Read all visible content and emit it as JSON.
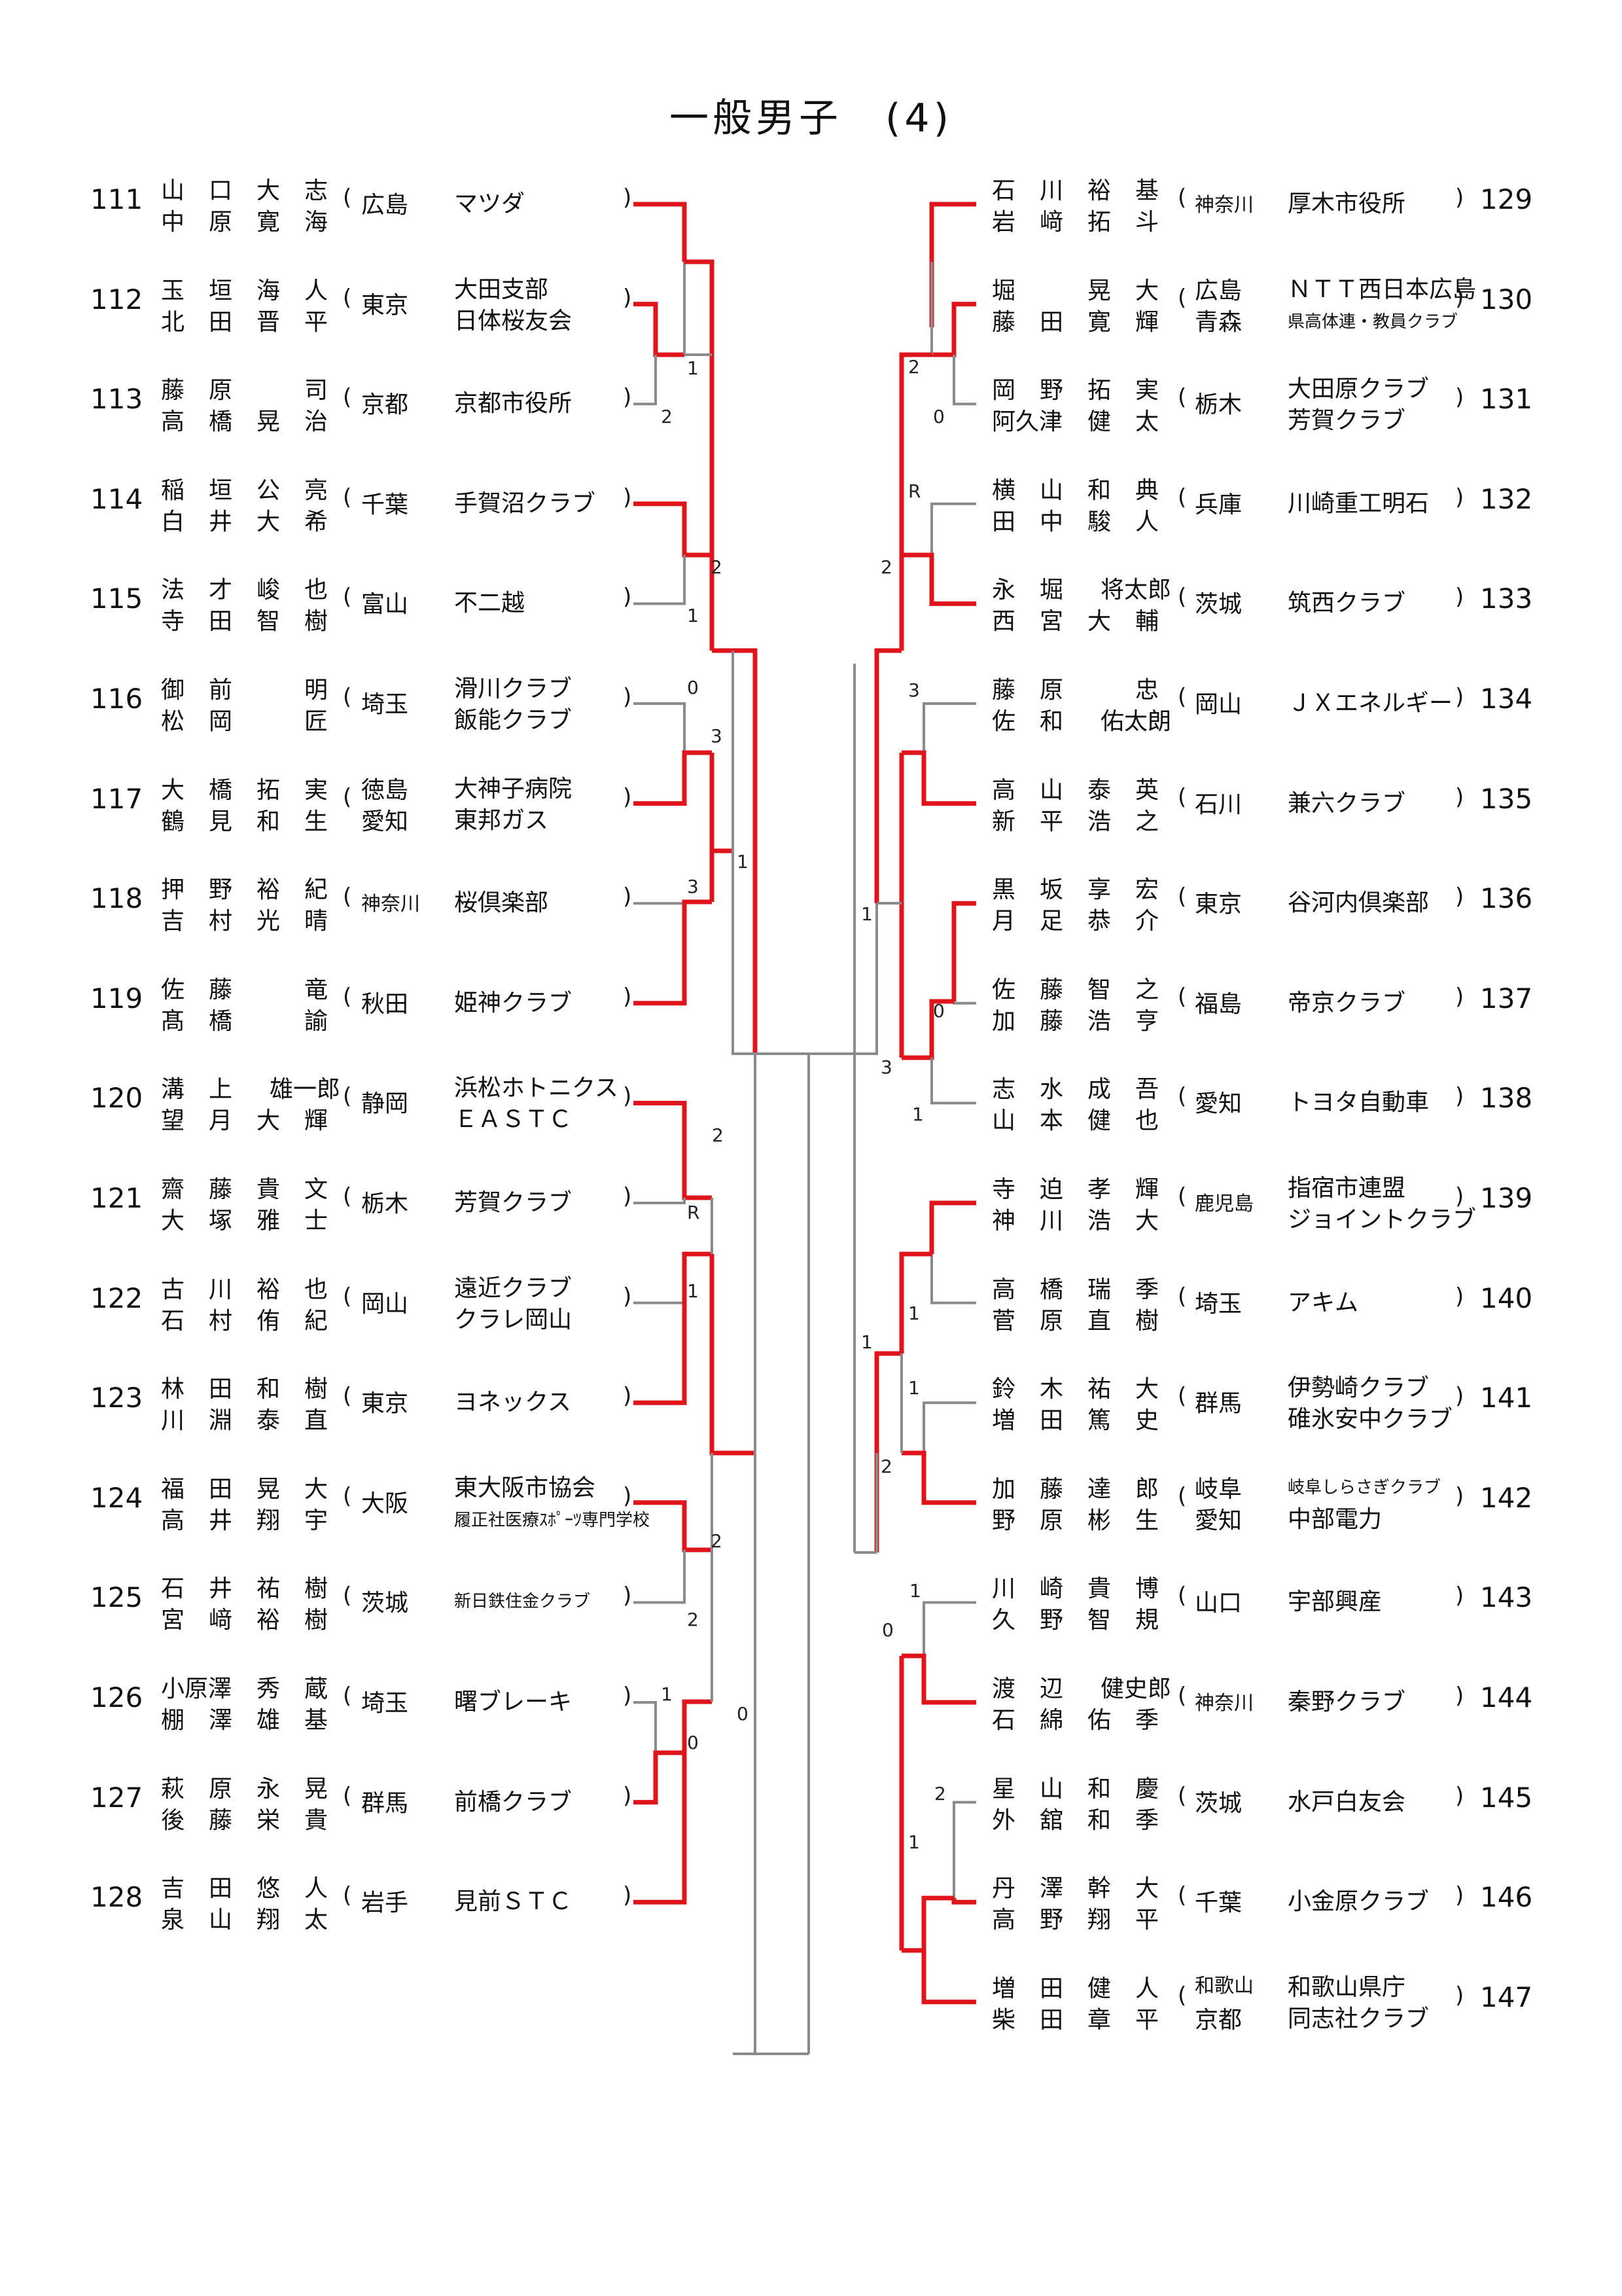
{
  "title": "一般男子　(4)",
  "left_entries": [
    {
      "no": "111",
      "p1": [
        "山",
        "口",
        "大",
        "志"
      ],
      "p2": [
        "中",
        "原",
        "寛",
        "海"
      ],
      "pref": [
        "広島"
      ],
      "club": [
        "マツダ"
      ]
    },
    {
      "no": "112",
      "p1": [
        "玉",
        "垣",
        "海",
        "人"
      ],
      "p2": [
        "北",
        "田",
        "晋",
        "平"
      ],
      "pref": [
        "東京"
      ],
      "club": [
        "大田支部",
        "日体桜友会"
      ]
    },
    {
      "no": "113",
      "p1": [
        "藤",
        "原",
        "",
        "司"
      ],
      "p2": [
        "高",
        "橋",
        "晃",
        "治"
      ],
      "pref": [
        "京都"
      ],
      "club": [
        "京都市役所"
      ]
    },
    {
      "no": "114",
      "p1": [
        "稲",
        "垣",
        "公",
        "亮"
      ],
      "p2": [
        "白",
        "井",
        "大",
        "希"
      ],
      "pref": [
        "千葉"
      ],
      "club": [
        "手賀沼クラブ"
      ]
    },
    {
      "no": "115",
      "p1": [
        "法",
        "才",
        "峻",
        "也"
      ],
      "p2": [
        "寺",
        "田",
        "智",
        "樹"
      ],
      "pref": [
        "富山"
      ],
      "club": [
        "不二越"
      ]
    },
    {
      "no": "116",
      "p1": [
        "御",
        "前",
        "",
        "明"
      ],
      "p2": [
        "松",
        "岡",
        "",
        "匠"
      ],
      "pref": [
        "埼玉"
      ],
      "club": [
        "滑川クラブ",
        "飯能クラブ"
      ]
    },
    {
      "no": "117",
      "p1": [
        "大",
        "橋",
        "拓",
        "実"
      ],
      "p2": [
        "鶴",
        "見",
        "和",
        "生"
      ],
      "pref": [
        "徳島",
        "愛知"
      ],
      "club": [
        "大神子病院",
        "東邦ガス"
      ]
    },
    {
      "no": "118",
      "p1": [
        "押",
        "野",
        "裕",
        "紀"
      ],
      "p2": [
        "吉",
        "村",
        "光",
        "晴"
      ],
      "pref": [
        "神奈川"
      ],
      "club": [
        "桜倶楽部"
      ]
    },
    {
      "no": "119",
      "p1": [
        "佐",
        "藤",
        "",
        "竜"
      ],
      "p2": [
        "髙",
        "橋",
        "",
        "諭"
      ],
      "pref": [
        "秋田"
      ],
      "club": [
        "姫神クラブ"
      ]
    },
    {
      "no": "120",
      "p1": [
        "溝",
        "上",
        "雄一郎"
      ],
      "p2": [
        "望",
        "月",
        "大",
        "輝"
      ],
      "pref": [
        "静岡"
      ],
      "club": [
        "浜松ホトニクス",
        "ＥＡＳＴＣ"
      ]
    },
    {
      "no": "121",
      "p1": [
        "齋",
        "藤",
        "貴",
        "文"
      ],
      "p2": [
        "大",
        "塚",
        "雅",
        "士"
      ],
      "pref": [
        "栃木"
      ],
      "club": [
        "芳賀クラブ"
      ]
    },
    {
      "no": "122",
      "p1": [
        "古",
        "川",
        "裕",
        "也"
      ],
      "p2": [
        "石",
        "村",
        "侑",
        "紀"
      ],
      "pref": [
        "岡山"
      ],
      "club": [
        "遠近クラブ",
        "クラレ岡山"
      ]
    },
    {
      "no": "123",
      "p1": [
        "林",
        "田",
        "和",
        "樹"
      ],
      "p2": [
        "川",
        "淵",
        "泰",
        "直"
      ],
      "pref": [
        "東京"
      ],
      "club": [
        "ヨネックス"
      ]
    },
    {
      "no": "124",
      "p1": [
        "福",
        "田",
        "晃",
        "大"
      ],
      "p2": [
        "高",
        "井",
        "翔",
        "宇"
      ],
      "pref": [
        "大阪"
      ],
      "club": [
        "東大阪市協会",
        "履正社医療ｽﾎﾟｰﾂ専門学校"
      ]
    },
    {
      "no": "125",
      "p1": [
        "石",
        "井",
        "祐",
        "樹"
      ],
      "p2": [
        "宮",
        "﨑",
        "裕",
        "樹"
      ],
      "pref": [
        "茨城"
      ],
      "club": [
        "新日鉄住金クラブ"
      ]
    },
    {
      "no": "126",
      "p1": [
        "小原澤",
        "秀",
        "蔵"
      ],
      "p2": [
        "棚",
        "澤",
        "雄",
        "基"
      ],
      "pref": [
        "埼玉"
      ],
      "club": [
        "曙ブレーキ"
      ]
    },
    {
      "no": "127",
      "p1": [
        "萩",
        "原",
        "永",
        "晃"
      ],
      "p2": [
        "後",
        "藤",
        "栄",
        "貴"
      ],
      "pref": [
        "群馬"
      ],
      "club": [
        "前橋クラブ"
      ]
    },
    {
      "no": "128",
      "p1": [
        "吉",
        "田",
        "悠",
        "人"
      ],
      "p2": [
        "泉",
        "山",
        "翔",
        "太"
      ],
      "pref": [
        "岩手"
      ],
      "club": [
        "見前ＳＴＣ"
      ]
    }
  ],
  "right_entries": [
    {
      "no": "129",
      "p1": [
        "石",
        "川",
        "裕",
        "基"
      ],
      "p2": [
        "岩",
        "﨑",
        "拓",
        "斗"
      ],
      "pref": [
        "神奈川"
      ],
      "club": [
        "厚木市役所"
      ]
    },
    {
      "no": "130",
      "p1": [
        "堀",
        "",
        "晃",
        "大"
      ],
      "p2": [
        "藤",
        "田",
        "寛",
        "輝"
      ],
      "pref": [
        "広島",
        "青森"
      ],
      "club": [
        "ＮＴＴ西日本広島",
        "県高体連・教員クラブ"
      ]
    },
    {
      "no": "131",
      "p1": [
        "岡",
        "野",
        "拓",
        "実"
      ],
      "p2": [
        "阿久津",
        "健",
        "太"
      ],
      "pref": [
        "栃木"
      ],
      "club": [
        "大田原クラブ",
        "芳賀クラブ"
      ]
    },
    {
      "no": "132",
      "p1": [
        "横",
        "山",
        "和",
        "典"
      ],
      "p2": [
        "田",
        "中",
        "駿",
        "人"
      ],
      "pref": [
        "兵庫"
      ],
      "club": [
        "川崎重工明石"
      ]
    },
    {
      "no": "133",
      "p1": [
        "永",
        "堀",
        "将太郎"
      ],
      "p2": [
        "西",
        "宮",
        "大",
        "輔"
      ],
      "pref": [
        "茨城"
      ],
      "club": [
        "筑西クラブ"
      ]
    },
    {
      "no": "134",
      "p1": [
        "藤",
        "原",
        "",
        "忠"
      ],
      "p2": [
        "佐",
        "和",
        "佑太朗"
      ],
      "pref": [
        "岡山"
      ],
      "club": [
        "ＪＸエネルギー"
      ]
    },
    {
      "no": "135",
      "p1": [
        "高",
        "山",
        "泰",
        "英"
      ],
      "p2": [
        "新",
        "平",
        "浩",
        "之"
      ],
      "pref": [
        "石川"
      ],
      "club": [
        "兼六クラブ"
      ]
    },
    {
      "no": "136",
      "p1": [
        "黒",
        "坂",
        "享",
        "宏"
      ],
      "p2": [
        "月",
        "足",
        "恭",
        "介"
      ],
      "pref": [
        "東京"
      ],
      "club": [
        "谷河内倶楽部"
      ]
    },
    {
      "no": "137",
      "p1": [
        "佐",
        "藤",
        "智",
        "之"
      ],
      "p2": [
        "加",
        "藤",
        "浩",
        "亨"
      ],
      "pref": [
        "福島"
      ],
      "club": [
        "帝京クラブ"
      ]
    },
    {
      "no": "138",
      "p1": [
        "志",
        "水",
        "成",
        "吾"
      ],
      "p2": [
        "山",
        "本",
        "健",
        "也"
      ],
      "pref": [
        "愛知"
      ],
      "club": [
        "トヨタ自動車"
      ]
    },
    {
      "no": "139",
      "p1": [
        "寺",
        "迫",
        "孝",
        "輝"
      ],
      "p2": [
        "神",
        "川",
        "浩",
        "大"
      ],
      "pref": [
        "鹿児島"
      ],
      "club": [
        "指宿市連盟",
        "ジョイントクラブ"
      ]
    },
    {
      "no": "140",
      "p1": [
        "高",
        "橋",
        "瑞",
        "季"
      ],
      "p2": [
        "菅",
        "原",
        "直",
        "樹"
      ],
      "pref": [
        "埼玉"
      ],
      "club": [
        "アキム"
      ]
    },
    {
      "no": "141",
      "p1": [
        "鈴",
        "木",
        "祐",
        "大"
      ],
      "p2": [
        "増",
        "田",
        "篤",
        "史"
      ],
      "pref": [
        "群馬"
      ],
      "club": [
        "伊勢崎クラブ",
        "碓氷安中クラブ"
      ]
    },
    {
      "no": "142",
      "p1": [
        "加",
        "藤",
        "達",
        "郎"
      ],
      "p2": [
        "野",
        "原",
        "彬",
        "生"
      ],
      "pref": [
        "岐阜",
        "愛知"
      ],
      "club": [
        "岐阜しらさぎクラブ",
        "中部電力"
      ]
    },
    {
      "no": "143",
      "p1": [
        "川",
        "崎",
        "貴",
        "博"
      ],
      "p2": [
        "久",
        "野",
        "智",
        "規"
      ],
      "pref": [
        "山口"
      ],
      "club": [
        "宇部興産"
      ]
    },
    {
      "no": "144",
      "p1": [
        "渡",
        "辺",
        "健史郎"
      ],
      "p2": [
        "石",
        "綿",
        "佑",
        "季"
      ],
      "pref": [
        "神奈川"
      ],
      "club": [
        "秦野クラブ"
      ]
    },
    {
      "no": "145",
      "p1": [
        "星",
        "山",
        "和",
        "慶"
      ],
      "p2": [
        "外",
        "舘",
        "和",
        "季"
      ],
      "pref": [
        "茨城"
      ],
      "club": [
        "水戸白友会"
      ]
    },
    {
      "no": "146",
      "p1": [
        "丹",
        "澤",
        "幹",
        "大"
      ],
      "p2": [
        "高",
        "野",
        "翔",
        "平"
      ],
      "pref": [
        "千葉"
      ],
      "club": [
        "小金原クラブ"
      ]
    },
    {
      "no": "147",
      "p1": [
        "増",
        "田",
        "健",
        "人"
      ],
      "p2": [
        "柴",
        "田",
        "章",
        "平"
      ],
      "pref": [
        "和歌山",
        "京都"
      ],
      "club": [
        "和歌山県庁",
        "同志社クラブ"
      ]
    }
  ],
  "scores": [
    {
      "id": "l1",
      "t": "1"
    },
    {
      "id": "l2",
      "t": "2"
    },
    {
      "id": "l3",
      "t": "2"
    },
    {
      "id": "l4",
      "t": "1"
    },
    {
      "id": "l5",
      "t": "0"
    },
    {
      "id": "l6",
      "t": "3"
    },
    {
      "id": "l7",
      "t": "3"
    },
    {
      "id": "l8",
      "t": "1"
    },
    {
      "id": "l9",
      "t": "2"
    },
    {
      "id": "l10",
      "t": "R"
    },
    {
      "id": "l11",
      "t": "1"
    },
    {
      "id": "l12",
      "t": "2"
    },
    {
      "id": "l13",
      "t": "2"
    },
    {
      "id": "l14",
      "t": "1"
    },
    {
      "id": "l15",
      "t": "0"
    },
    {
      "id": "l16",
      "t": "0"
    },
    {
      "id": "r1",
      "t": "2"
    },
    {
      "id": "r2",
      "t": "0"
    },
    {
      "id": "r3",
      "t": "R"
    },
    {
      "id": "r4",
      "t": "2"
    },
    {
      "id": "r5",
      "t": "3"
    },
    {
      "id": "r6",
      "t": "1"
    },
    {
      "id": "r7",
      "t": "0"
    },
    {
      "id": "r8",
      "t": "3"
    },
    {
      "id": "r9",
      "t": "1"
    },
    {
      "id": "r10",
      "t": "1"
    },
    {
      "id": "r11",
      "t": "1"
    },
    {
      "id": "r12",
      "t": "1"
    },
    {
      "id": "r13",
      "t": "2"
    },
    {
      "id": "r14",
      "t": "1"
    },
    {
      "id": "r15",
      "t": "0"
    },
    {
      "id": "r16",
      "t": "2"
    },
    {
      "id": "r17",
      "t": "1"
    }
  ]
}
